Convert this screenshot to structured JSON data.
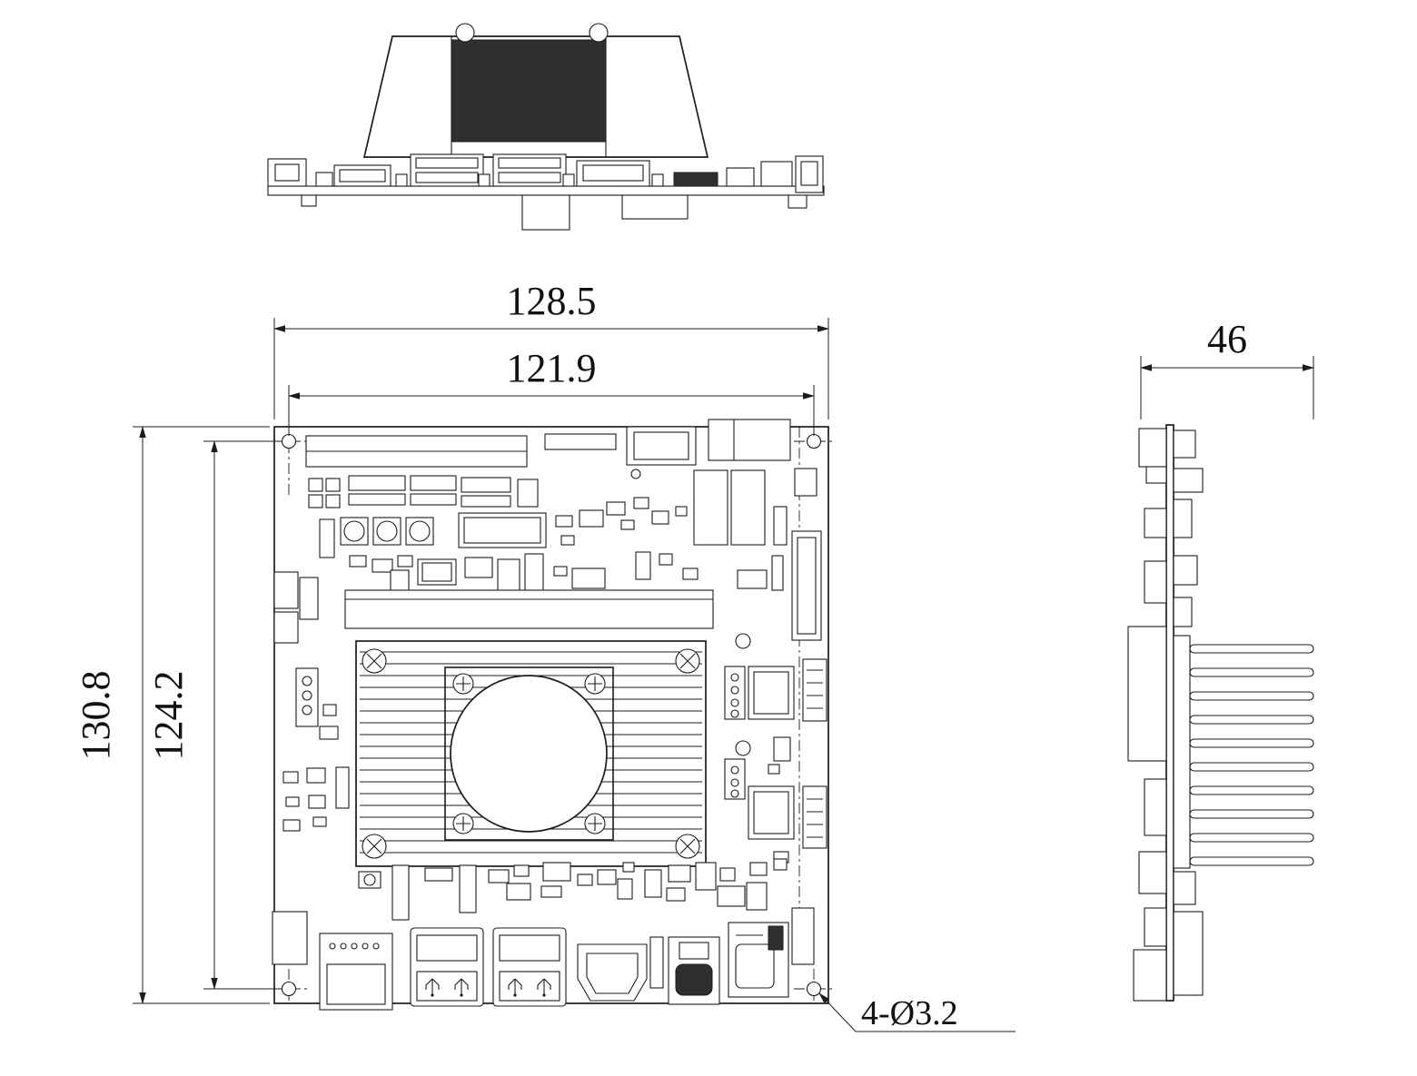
{
  "drawing": {
    "ink": "#1c1c1c",
    "dims": {
      "board_width": "128.5",
      "hole_span_x": "121.9",
      "board_height": "130.8",
      "hole_span_y": "124.2",
      "depth": "46",
      "hole_callout": "4-Ø3.2"
    }
  }
}
